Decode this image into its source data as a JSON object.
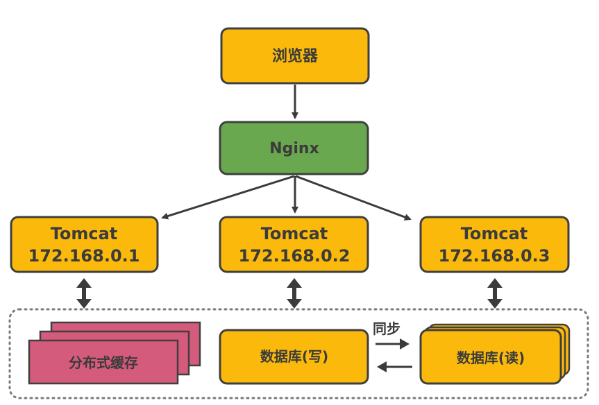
{
  "header_fragment": "",
  "nodes": {
    "browser": {
      "label": "浏览器"
    },
    "nginx": {
      "label": "Nginx"
    },
    "tomcat1": {
      "name": "Tomcat",
      "ip": "172.168.0.1"
    },
    "tomcat2": {
      "name": "Tomcat",
      "ip": "172.168.0.2"
    },
    "tomcat3": {
      "name": "Tomcat",
      "ip": "172.168.0.3"
    },
    "cache": {
      "label": "分布式缓存"
    },
    "db_write": {
      "label": "数据库(写)"
    },
    "db_read": {
      "label": "数据库(读)"
    }
  },
  "sync_label": "同步",
  "colors": {
    "orange": "#FBBA0B",
    "green": "#6AA84F",
    "pink": "#D45B7C",
    "border": "#3F3F3F",
    "dashed": "#7A7A7A"
  }
}
